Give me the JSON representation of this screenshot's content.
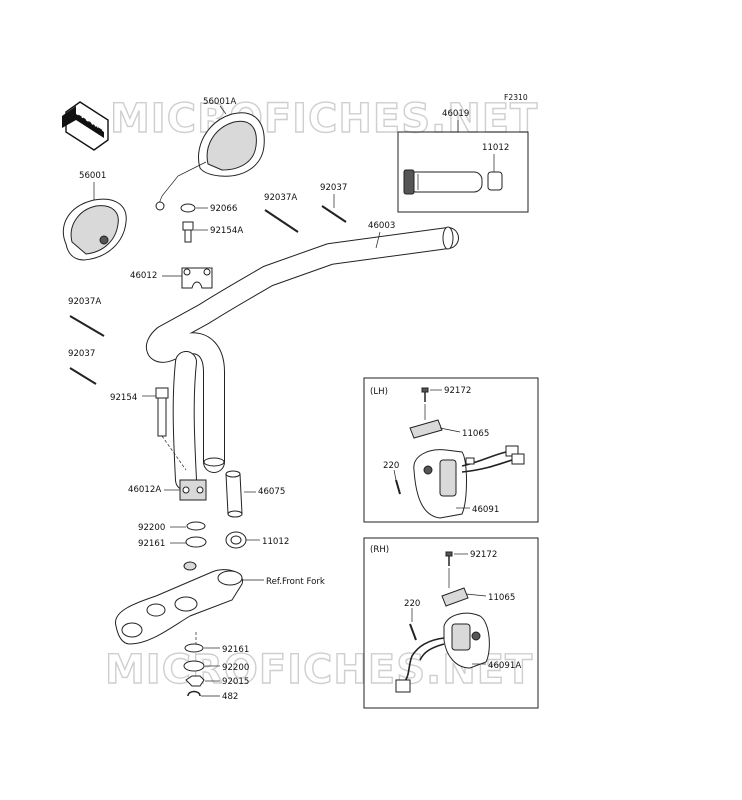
{
  "diagram_code": "F2310",
  "watermark": "MICROFICHES.NET",
  "front_arrow": "FRONT",
  "boxes": {
    "lh": "(LH)",
    "rh": "(RH)"
  },
  "labels": {
    "p56001A": "56001A",
    "p56001": "56001",
    "p46019": "46019",
    "p11012_top": "11012",
    "p92066": "92066",
    "p92037A_top": "92037A",
    "p92037_top": "92037",
    "p46003": "46003",
    "p92154A": "92154A",
    "p46012": "46012",
    "p92037A_left": "92037A",
    "p92037_left": "92037",
    "p92154": "92154",
    "p46012A": "46012A",
    "p46075": "46075",
    "p92200_a": "92200",
    "p92161_a": "92161",
    "p11012_mid": "11012",
    "ref_front_fork": "Ref.Front Fork",
    "p92161_b": "92161",
    "p92200_b": "92200",
    "p92015": "92015",
    "p482": "482",
    "lh_92172": "92172",
    "lh_11065": "11065",
    "lh_220": "220",
    "lh_46091": "46091",
    "rh_92172": "92172",
    "rh_11065": "11065",
    "rh_220": "220",
    "rh_46091A": "46091A"
  }
}
